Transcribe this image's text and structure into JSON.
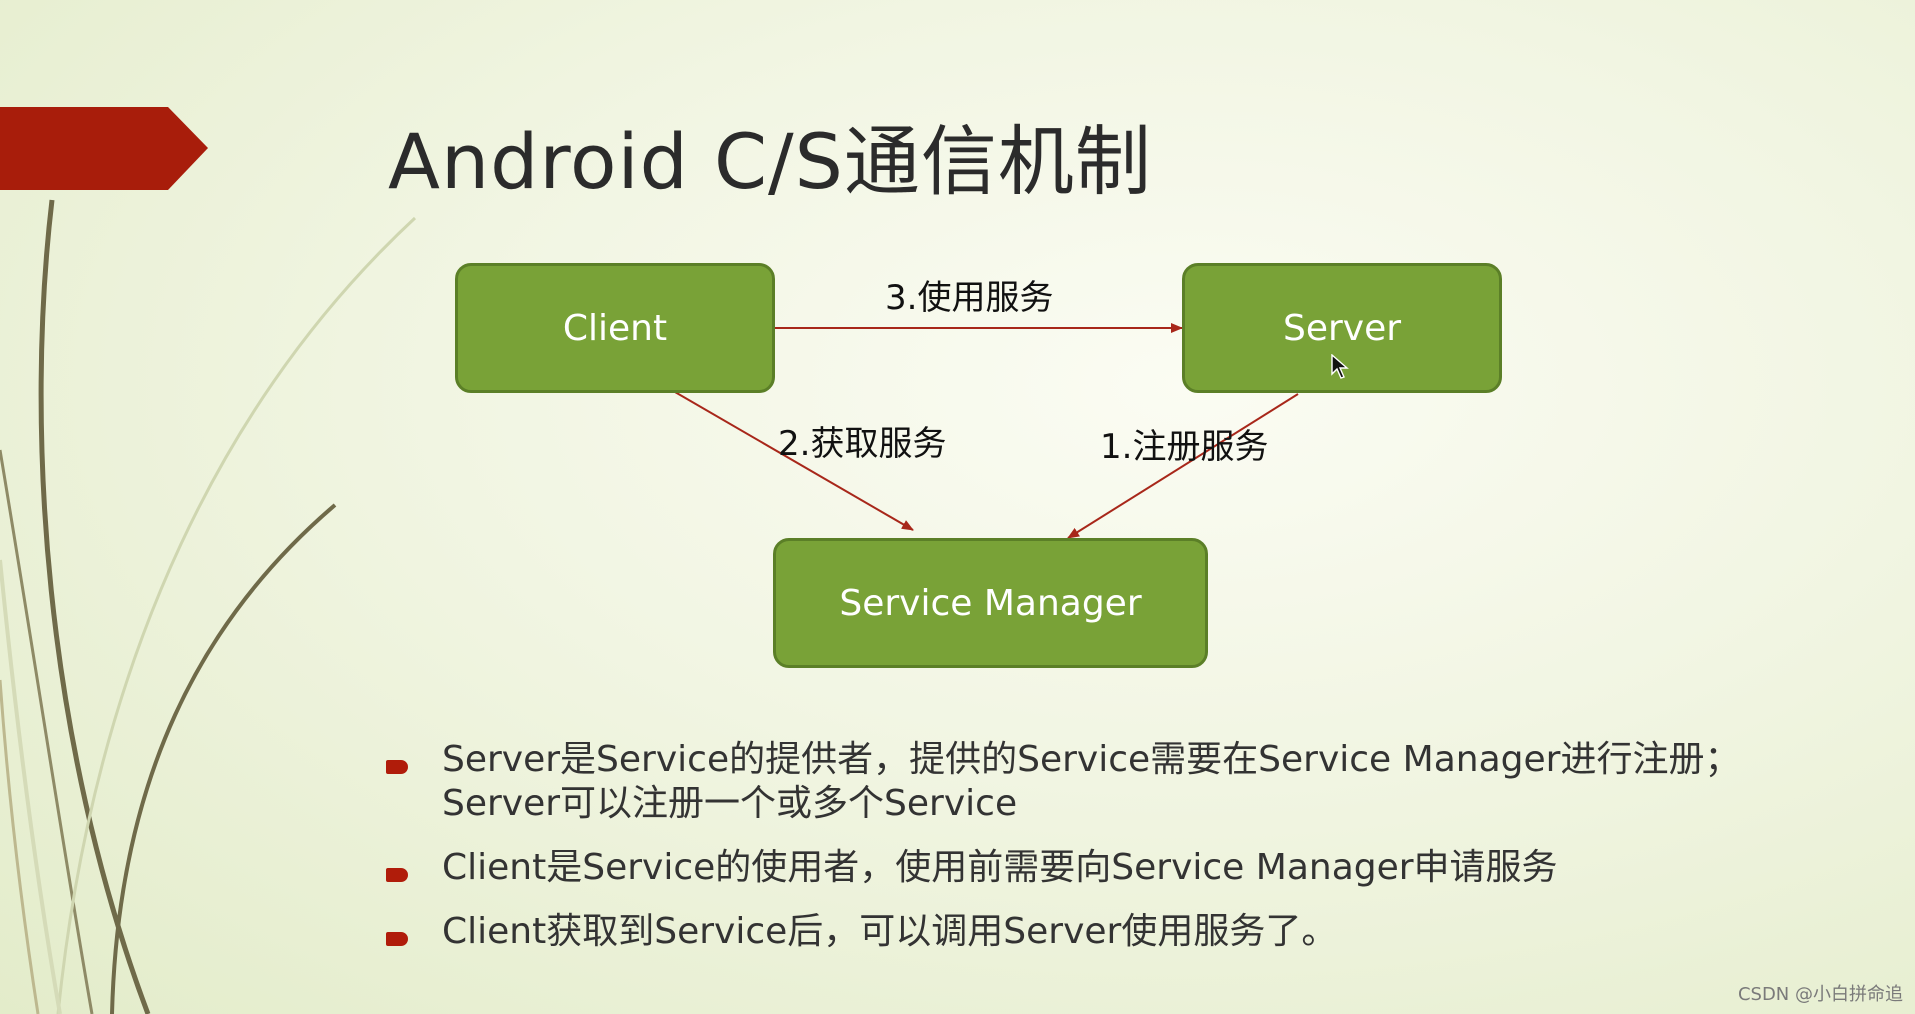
{
  "title": "Android C/S通信机制",
  "nodes": {
    "client": "Client",
    "server": "Server",
    "service_manager": "Service Manager"
  },
  "edges": {
    "use_service": "3.使用服务",
    "get_service": "2.获取服务",
    "register_service": "1.注册服务"
  },
  "bullets": [
    {
      "lines": [
        "Server是Service的提供者，提供的Service需要在Service Manager进行注册；",
        "Server可以注册一个或多个Service"
      ]
    },
    {
      "lines": [
        "Client是Service的使用者，使用前需要向Service Manager申请服务"
      ]
    },
    {
      "lines": [
        "Client获取到Service后，可以调用Server使用服务了。"
      ]
    }
  ],
  "watermark": "CSDN @小白拼命追",
  "colors": {
    "box_fill": "#79a237",
    "box_border": "#5b7f27",
    "arrow": "#a8271a",
    "accent_banner": "#a81d0b",
    "bullet_marker": "#b01c0a"
  }
}
